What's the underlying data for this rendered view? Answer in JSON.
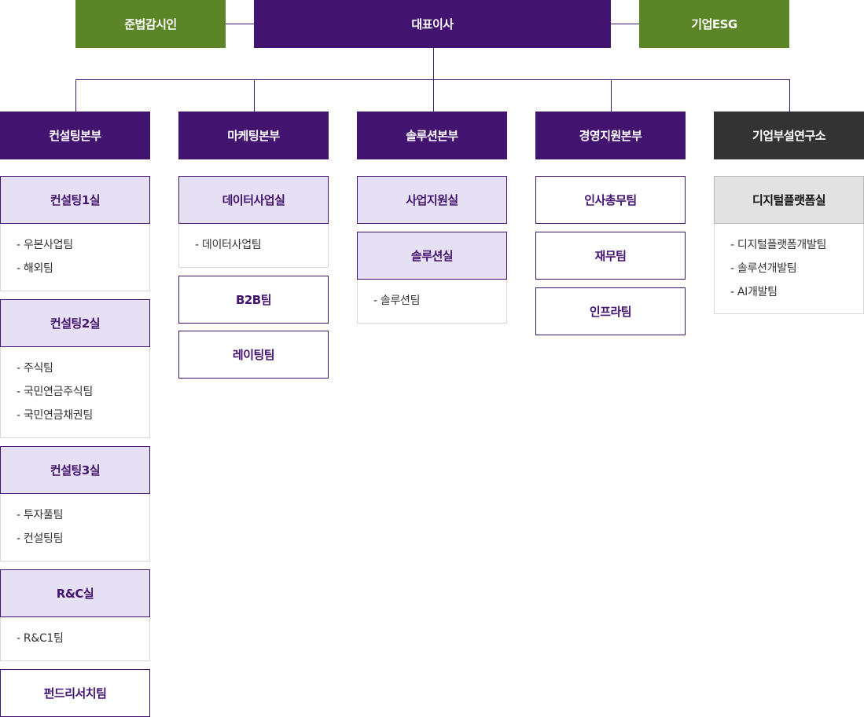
{
  "top": {
    "compliance": "준법감시인",
    "ceo": "대표이사",
    "esg": "기업ESG"
  },
  "divisions": {
    "consulting": {
      "title": "컨설팅본부",
      "rooms": [
        {
          "title": "컨설팅1실",
          "teams": [
            "- 우본사업팀",
            "- 해외팀"
          ]
        },
        {
          "title": "컨설팅2실",
          "teams": [
            "- 주식팀",
            "- 국민연금주식팀",
            "- 국민연금채권팀"
          ]
        },
        {
          "title": "컨설팅3실",
          "teams": [
            "- 투자풀팀",
            "- 컨설팅팀"
          ]
        },
        {
          "title": "R&C실",
          "teams": [
            "- R&C1팀"
          ]
        }
      ],
      "standalone": [
        "펀드리서치팀"
      ]
    },
    "marketing": {
      "title": "마케팅본부",
      "rooms": [
        {
          "title": "데이터사업실",
          "teams": [
            "- 데이터사업팀"
          ]
        }
      ],
      "standalone": [
        "B2B팀",
        "레이팅팀"
      ]
    },
    "solution": {
      "title": "솔루션본부",
      "rooms": [
        {
          "title": "사업지원실",
          "teams": []
        },
        {
          "title": "솔루션실",
          "teams": [
            "- 솔루션팀"
          ]
        }
      ]
    },
    "management": {
      "title": "경영지원본부",
      "standalone": [
        "인사총무팀",
        "재무팀",
        "인프라팀"
      ]
    },
    "lab": {
      "title": "기업부설연구소",
      "rooms": [
        {
          "title": "디지털플랫폼실",
          "teams": [
            "- 디지털플랫폼개발팀",
            "- 솔루션개발팀",
            "- AI개발팀"
          ]
        }
      ]
    }
  },
  "colors": {
    "purple": "#42136f",
    "green": "#5b8526",
    "dark": "#333333",
    "lavender": "#e5e0f3",
    "gray": "#e2e2e2"
  }
}
